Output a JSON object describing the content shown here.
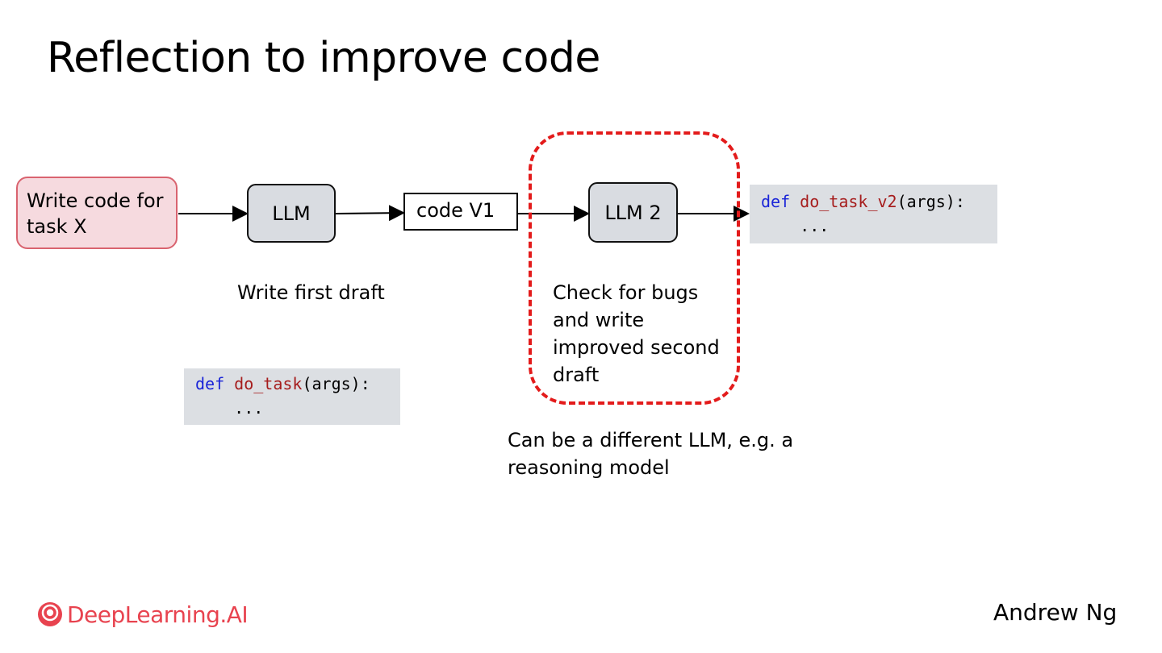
{
  "slide": {
    "title": "Reflection to improve code",
    "author": "Andrew Ng",
    "logo": {
      "text": "DeepLearning.AI",
      "icon": "deeplearning-ai-logo-icon",
      "color": "#e8434f"
    }
  },
  "diagram": {
    "nodes": {
      "task": {
        "label": "Write code for task X",
        "fill": "#f6dadf",
        "border": "#d9636f"
      },
      "llm1": {
        "label": "LLM"
      },
      "code_v1": {
        "label": "code V1"
      },
      "llm2": {
        "label": "LLM 2"
      }
    },
    "captions": {
      "llm1": "Write first draft",
      "llm2": "Check for bugs and write improved second draft",
      "note": "Can be a different LLM, e.g. a reasoning model"
    },
    "code_blocks": {
      "v1": {
        "keyword": "def",
        "function": "do_task",
        "signature_rest": "(args):",
        "body": "    ..."
      },
      "v2": {
        "keyword": "def",
        "function": "do_task_v2",
        "signature_rest": "(args):",
        "body": "    ..."
      }
    },
    "highlight_color": "#e31b1b"
  }
}
